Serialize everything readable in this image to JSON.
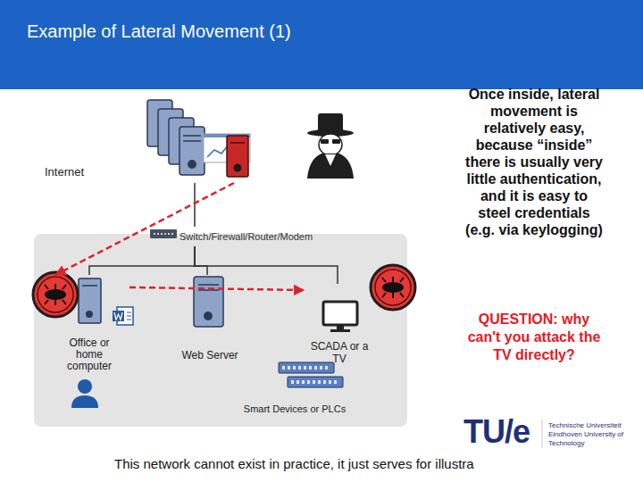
{
  "diagram": {
    "title": "Example of Lateral Movement (1)",
    "caption": "This network cannot exist in practice, it just serves for illustra",
    "nodes": [
      {
        "text": [
          "Internet"
        ]
      },
      {
        "text": [
          "Switch/Firewall/Router/Modem"
        ]
      },
      {
        "text": [
          "Office or home computer"
        ]
      },
      {
        "text": [
          "Web Server"
        ]
      },
      {
        "text": [
          "SCADA or a TV"
        ]
      },
      {
        "text": [
          "Smart Devices or PLCs"
        ]
      }
    ],
    "edges": [
      {
        "from": 0,
        "to": 1,
        "arrow": "none"
      },
      {
        "from": 1,
        "to": 2,
        "arrow": "none"
      },
      {
        "from": 1,
        "to": 3,
        "arrow": "none"
      },
      {
        "from": 1,
        "to": 4,
        "arrow": "none"
      },
      {
        "from": 0,
        "to": 2,
        "arrow": "to"
      },
      {
        "from": 2,
        "to": 4,
        "arrow": "to"
      }
    ],
    "labels": [
      "Once inside, lateral movement is relatively easy, because “inside” there is usually very little authentication, and it is easy to steel credentials (e.g. via keylogging)",
      "QUESTION: why can't you attack the TV directly?",
      "TU/e",
      "Technische Universiteit Eindhoven University of Technology"
    ]
  }
}
